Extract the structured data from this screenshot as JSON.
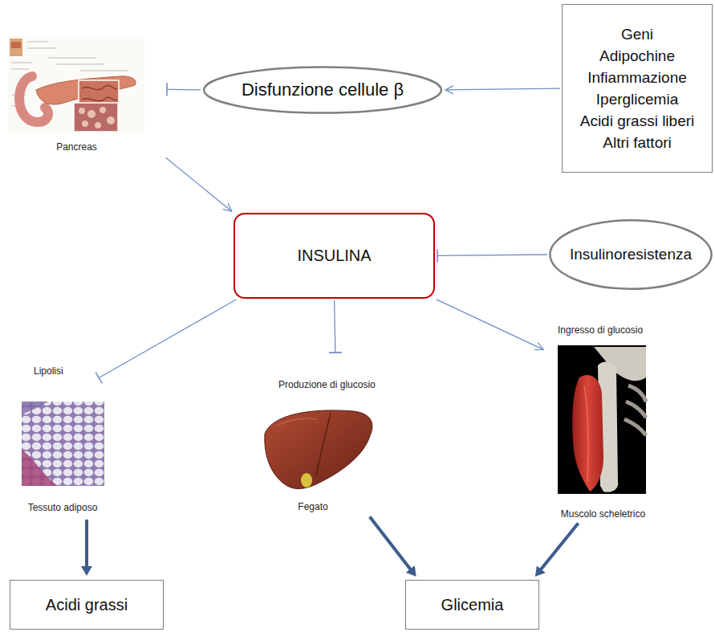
{
  "diagram": {
    "nodes": [
      {
        "text": [
          "Pancreas"
        ]
      },
      {
        "text": [
          "Disfunzione cellule β"
        ]
      },
      {
        "text": [
          "Geni",
          "Adipochine",
          "Infiammazione",
          "Iperglicemia",
          "Acidi grassi liberi",
          "Altri fattori"
        ]
      },
      {
        "text": [
          "INSULINA"
        ]
      },
      {
        "text": [
          "Insulinoresistenza"
        ]
      },
      {
        "text": [
          "Tessuto adiposo"
        ]
      },
      {
        "text": [
          "Fegato"
        ]
      },
      {
        "text": [
          "Muscolo scheletrico"
        ]
      },
      {
        "text": [
          "Acidi grassi"
        ]
      },
      {
        "text": [
          "Glicemia"
        ]
      }
    ],
    "edges": [
      {
        "from": 2,
        "to": 1,
        "arrow": "to"
      },
      {
        "from": 1,
        "to": 0,
        "arrow": "to"
      },
      {
        "from": 0,
        "to": 3,
        "arrow": "to"
      },
      {
        "from": 4,
        "to": 3,
        "arrow": "to"
      },
      {
        "from": 3,
        "to": 5,
        "label": "Lipolisi",
        "arrow": "to"
      },
      {
        "from": 3,
        "to": 6,
        "label": "Produzione di glucosio",
        "arrow": "to"
      },
      {
        "from": 3,
        "to": 7,
        "label": "Ingresso di glucosio",
        "arrow": "to"
      },
      {
        "from": 5,
        "to": 8,
        "arrow": "to"
      },
      {
        "from": 6,
        "to": 9,
        "arrow": "to"
      },
      {
        "from": 7,
        "to": 9,
        "arrow": "to"
      }
    ]
  }
}
